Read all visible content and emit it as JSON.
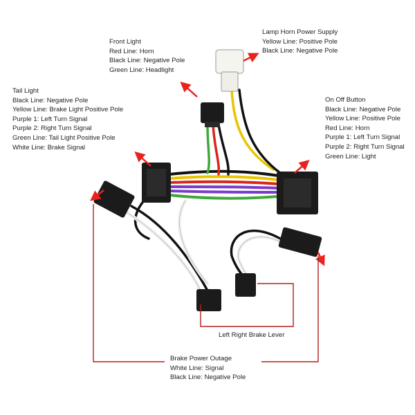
{
  "colors": {
    "arrow": "#e8231e",
    "bracket": "#b0201c",
    "wire_black": "#111111",
    "wire_white": "#f2f2f2",
    "wire_yellow": "#e9c400",
    "wire_red": "#d8261c",
    "wire_green": "#3daa3a",
    "wire_purple": "#7a3cc8",
    "connector": "#1b1b1b",
    "lamp_connector": "#f5f5f0"
  },
  "labels": {
    "front_light": {
      "title": "Front Light",
      "lines": [
        "Red Line: Horn",
        "Black Line: Negative Pole",
        "Green Line: Headlight"
      ]
    },
    "lamp_horn": {
      "title": "Lamp Horn Power Supply",
      "lines": [
        "Yellow Line: Positive Pole",
        "Black Line: Negative Pole"
      ]
    },
    "tail_light": {
      "title": "Tail Light",
      "lines": [
        "Black Line: Negative Pole",
        "Yellow Line: Brake Light Positive Pole",
        "Purple 1: Left Turn Signal",
        "Purple 2: Right Turn Signal",
        "Green Line: Tail Light Positive Pole",
        "White Line: Brake Signal"
      ]
    },
    "on_off": {
      "title": "On Off Button",
      "lines": [
        "Black Line: Negative Pole",
        "Yellow Line: Positive Pole",
        "Red Line: Horn",
        "Purple 1: Left Turn Signal",
        "Purple 2: Right Turn Signal",
        "Green Line: Light"
      ]
    },
    "brake_lever": {
      "title": "Left Right Brake Lever"
    },
    "brake_power": {
      "title": "Brake Power Outage",
      "lines": [
        "White Line: Signal",
        "Black Line: Negative Pole"
      ]
    }
  }
}
